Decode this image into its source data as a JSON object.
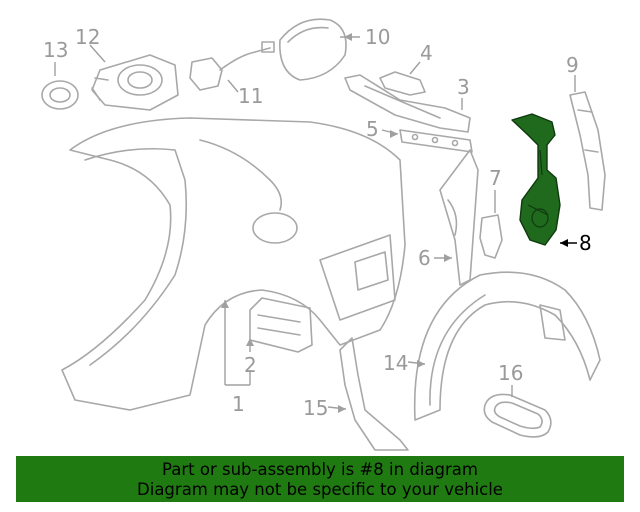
{
  "callouts": {
    "c1": "1",
    "c2": "2",
    "c3": "3",
    "c4": "4",
    "c5": "5",
    "c6": "6",
    "c7": "7",
    "c8": "8",
    "c9": "9",
    "c10": "10",
    "c11": "11",
    "c12": "12",
    "c13": "13",
    "c14": "14",
    "c15": "15",
    "c16": "16"
  },
  "highlighted_part": "8",
  "colors": {
    "highlight": "#1f6a1d",
    "banner": "#207a12",
    "line_art": "#a8a8a8"
  },
  "banner": {
    "line1": "Part or sub-assembly is #8 in diagram",
    "line2": "Diagram may not be specific to your vehicle"
  }
}
